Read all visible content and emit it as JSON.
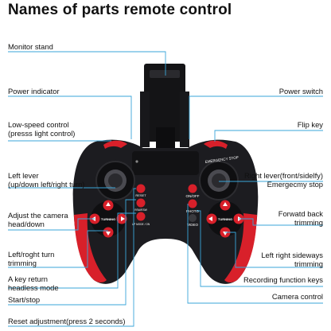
{
  "title": "Names of parts remote control",
  "labels": {
    "monitor_stand": "Monitor stand",
    "power_indicator": "Power indicator",
    "power_switch": "Power switch",
    "low_speed_1": "Low-speed control",
    "low_speed_2": "(presss light control)",
    "flip_key": "Flip key",
    "left_lever_1": "Left lever",
    "left_lever_2": "(up/down left/right turn)",
    "right_lever_1": "Right lever(front/sidelfy)",
    "emergency_stop": "Emergecmy stop",
    "adjust_camera_1": "Adjust the camera",
    "adjust_camera_2": "head/down",
    "forward_back_1": "Forwatd back",
    "forward_back_2": "trimming",
    "left_right_turn_1": "Left/roght turn",
    "left_right_turn_2": "trimming",
    "sideways_1": "Left right sideways",
    "sideways_2": "trimming",
    "key_return_1": "A key return",
    "key_return_2": "headless mode",
    "recording": "Recording function keys",
    "start_stop": "Start/stop",
    "camera_control": "Camera control",
    "reset_adjust": "Reset adjustment(press 2 seconds)"
  },
  "device": {
    "emergency_stop_text": "EMERGENCY STOP",
    "reset": "RESET",
    "onoff": "ON/OFF",
    "photo": "PHOTO",
    "video": "VIDEO",
    "turning_left": "TURNING",
    "turning_right": "TURNING",
    "rsw": "RSW/ESW",
    "up_mode": "UP MODE / ON"
  },
  "colors": {
    "leader": "#3aa6d9",
    "body": "#1c1c20",
    "accent": "#d8202a"
  }
}
